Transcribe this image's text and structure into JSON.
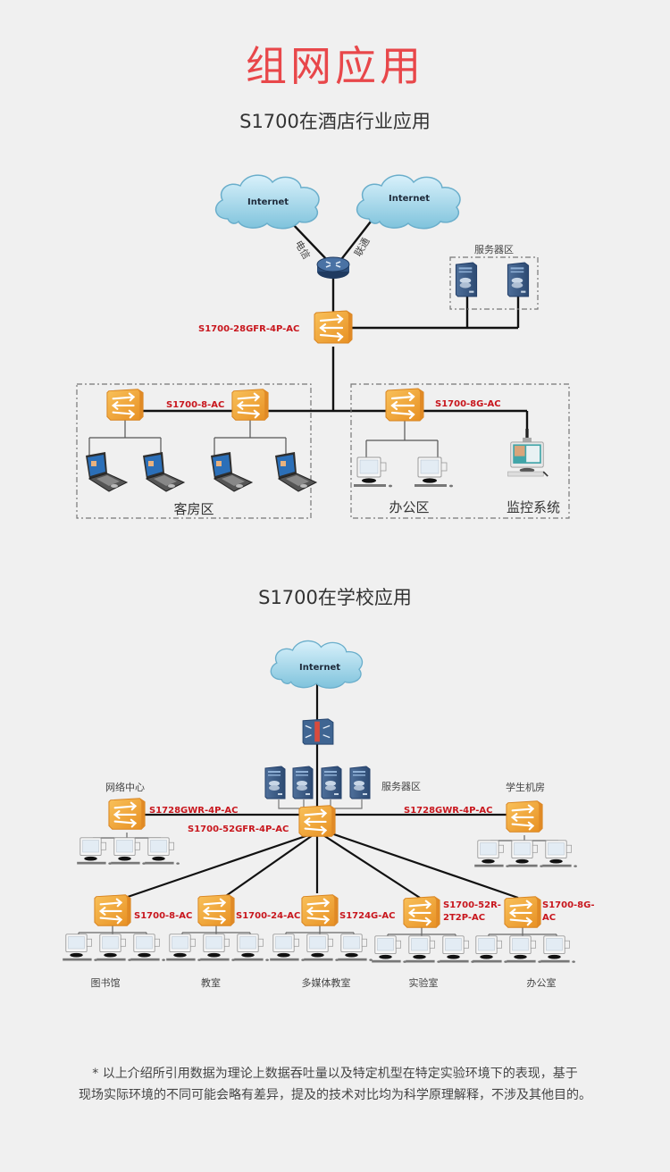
{
  "page_title": "组网应用",
  "colors": {
    "title_red": "#e8474a",
    "label_red": "#c8161d",
    "switch_orange": "#f2a93b",
    "background": "#f0f0f0"
  },
  "hotel": {
    "title": "S1700在酒店行业应用",
    "clouds": [
      "Internet",
      "Internet"
    ],
    "isp_labels": [
      "电信",
      "联通"
    ],
    "core_switch": "S1700-28GFR-4P-AC",
    "server_zone": "服务器区",
    "guest_switch": "S1700-8-AC",
    "office_switch": "S1700-8G-AC",
    "zones": [
      "客房区",
      "办公区",
      "监控系统"
    ]
  },
  "school": {
    "title": "S1700在学校应用",
    "cloud": "Internet",
    "server_zone": "服务器区",
    "network_center": "网络中心",
    "student_lab": "学生机房",
    "core_switch": "S1700-52GFR-4P-AC",
    "left_uplink": "S1728GWR-4P-AC",
    "right_uplink": "S1728GWR-4P-AC",
    "access_switches": [
      "S1700-8-AC",
      "S1700-24-AC",
      "S1724G-AC",
      "S1700-52R-2T2P-AC",
      "S1700-8G-AC"
    ],
    "access_switch_lines": [
      [
        "S1700-8-AC"
      ],
      [
        "S1700-24-AC"
      ],
      [
        "S1724G-AC"
      ],
      [
        "S1700-52R-",
        "2T2P-AC"
      ],
      [
        "S1700-8G-",
        "AC"
      ]
    ],
    "rooms": [
      "图书馆",
      "教室",
      "多媒体教室",
      "实验室",
      "办公室"
    ]
  },
  "footnote": {
    "line1": "* 以上介绍所引用数据为理论上数据吞吐量以及特定机型在特定实验环境下的表现，基于",
    "line2": "现场实际环境的不同可能会略有差异，提及的技术对比均为科学原理解释，不涉及其他目的。"
  }
}
